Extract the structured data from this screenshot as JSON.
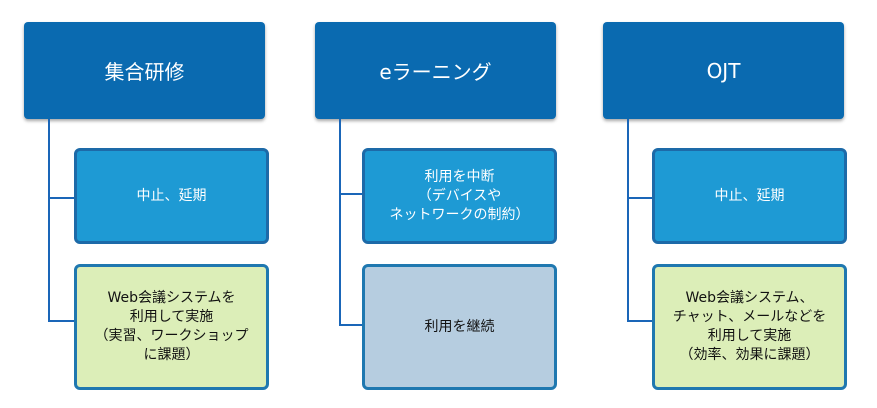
{
  "columns": [
    {
      "title": "集合研修",
      "items": [
        {
          "text": "中止、延期",
          "style": "blue"
        },
        {
          "text": "Web会議システムを\n利用して実施\n（実習、ワークショップ\nに課題）",
          "style": "green"
        }
      ]
    },
    {
      "title": "eラーニング",
      "items": [
        {
          "text": "利用を中断\n（デバイスや\nネットワークの制約）",
          "style": "blue"
        },
        {
          "text": "利用を継続",
          "style": "gray"
        }
      ]
    },
    {
      "title": "OJT",
      "items": [
        {
          "text": "中止、延期",
          "style": "blue"
        },
        {
          "text": "Web会議システム、\nチャット、メールなどを\n利用して実施\n（効率、効果に課題）",
          "style": "green"
        }
      ]
    }
  ],
  "colors": {
    "head": "#0a6ab0",
    "blue_child": "#1e9ad4",
    "green_child": "#dceeb8",
    "gray_child": "#b6cde0",
    "line": "#1a66b8"
  }
}
